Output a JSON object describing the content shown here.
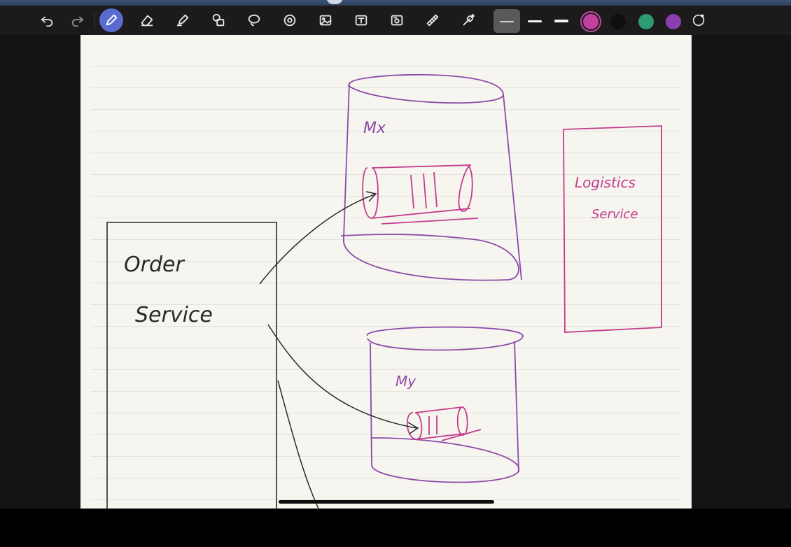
{
  "toolbar": {
    "tools": [
      {
        "icon": "undo-icon"
      },
      {
        "icon": "redo-icon"
      },
      {
        "icon": "pen-icon",
        "selected": true
      },
      {
        "icon": "eraser-icon"
      },
      {
        "icon": "highlighter-icon"
      },
      {
        "icon": "shapes-icon"
      },
      {
        "icon": "lasso-icon"
      },
      {
        "icon": "sticker-icon"
      },
      {
        "icon": "image-icon"
      },
      {
        "icon": "text-box-icon"
      },
      {
        "icon": "camera-icon"
      },
      {
        "icon": "ruler-icon"
      },
      {
        "icon": "laser-pointer-icon"
      }
    ],
    "stroke_widths": [
      "thin",
      "medium",
      "thick"
    ],
    "selected_stroke": "thin",
    "colors": [
      "#c2419f",
      "#0f0f0f",
      "#2e9b73",
      "#8a3fb0"
    ],
    "selected_color": "#c2419f"
  },
  "canvas": {
    "order_service": {
      "line1": "Order",
      "line2": "Service"
    },
    "queue_x_label": "Mx",
    "queue_y_label": "My",
    "logistics_service": {
      "line1": "Logistics",
      "line2": "Service"
    },
    "ink_black": "#2a2a2a",
    "ink_purple": "#8e4aa8",
    "ink_pink": "#c43c8c"
  }
}
